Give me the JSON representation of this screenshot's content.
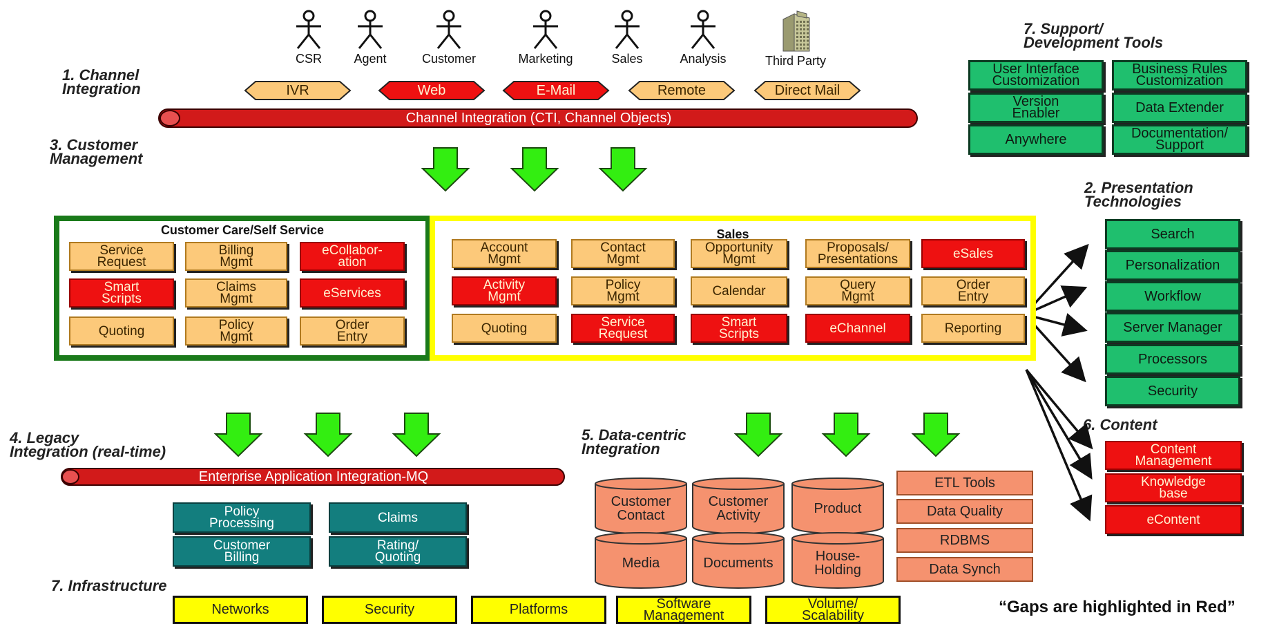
{
  "sections": {
    "channel": "1. Channel\nIntegration",
    "customer_mgmt": "3. Customer\nManagement",
    "legacy": "4. Legacy\nIntegration (real-time)",
    "datacentric": "5. Data-centric\nIntegration",
    "infrastructure": "7. Infrastructure",
    "support_tools": "7. Support/\nDevelopment Tools",
    "presentation": "2. Presentation\nTechnologies",
    "content": "6. Content"
  },
  "actors": [
    "CSR",
    "Agent",
    "Customer",
    "Marketing",
    "Sales",
    "Analysis",
    "Third Party"
  ],
  "channels": [
    {
      "label": "IVR",
      "status": "normal"
    },
    {
      "label": "Web",
      "status": "gap"
    },
    {
      "label": "E-Mail",
      "status": "gap"
    },
    {
      "label": "Remote",
      "status": "normal"
    },
    {
      "label": "Direct Mail",
      "status": "normal"
    }
  ],
  "channel_bus": "Channel Integration (CTI, Channel Objects)",
  "customer_care": {
    "title": "Customer Care/Self Service",
    "items": [
      {
        "label": "Service\nRequest",
        "status": "normal"
      },
      {
        "label": "Billing\nMgmt",
        "status": "normal"
      },
      {
        "label": "eCollabor-\nation",
        "status": "gap"
      },
      {
        "label": "Smart\nScripts",
        "status": "gap"
      },
      {
        "label": "Claims\nMgmt",
        "status": "normal"
      },
      {
        "label": "eServices",
        "status": "gap"
      },
      {
        "label": "Quoting",
        "status": "normal"
      },
      {
        "label": "Policy\nMgmt",
        "status": "normal"
      },
      {
        "label": "Order\nEntry",
        "status": "normal"
      }
    ]
  },
  "sales": {
    "title": "Sales",
    "items": [
      {
        "label": "Account\nMgmt",
        "status": "normal"
      },
      {
        "label": "Contact\nMgmt",
        "status": "normal"
      },
      {
        "label": "Opportunity\nMgmt",
        "status": "normal"
      },
      {
        "label": "Proposals/\nPresentations",
        "status": "normal"
      },
      {
        "label": "eSales",
        "status": "gap"
      },
      {
        "label": "Activity\nMgmt",
        "status": "gap"
      },
      {
        "label": "Policy\nMgmt",
        "status": "normal"
      },
      {
        "label": "Calendar",
        "status": "normal"
      },
      {
        "label": "Query\nMgmt",
        "status": "normal"
      },
      {
        "label": "Order\nEntry",
        "status": "normal"
      },
      {
        "label": "Quoting",
        "status": "normal"
      },
      {
        "label": "Service\nRequest",
        "status": "gap"
      },
      {
        "label": "Smart\nScripts",
        "status": "gap"
      },
      {
        "label": "eChannel",
        "status": "gap"
      },
      {
        "label": "Reporting",
        "status": "normal"
      }
    ]
  },
  "support_tools": [
    "User Interface\nCustomization",
    "Business Rules\nCustomization",
    "Version\nEnabler",
    "Data Extender",
    "Anywhere",
    "Documentation/\nSupport"
  ],
  "presentation": [
    "Search",
    "Personalization",
    "Workflow",
    "Server Manager",
    "Processors",
    "Security"
  ],
  "content": [
    {
      "label": "Content\nManagement",
      "status": "gap"
    },
    {
      "label": "Knowledge\nbase",
      "status": "gap"
    },
    {
      "label": "eContent",
      "status": "gap"
    }
  ],
  "eai_bus": "Enterprise Application Integration-MQ",
  "legacy_systems": [
    "Policy\nProcessing",
    "Claims",
    "Customer\nBilling",
    "Rating/\nQuoting"
  ],
  "data_stores": [
    "Customer\nContact",
    "Customer\nActivity",
    "Product",
    "Media",
    "Documents",
    "House-\nHolding"
  ],
  "data_tools": [
    "ETL Tools",
    "Data Quality",
    "RDBMS",
    "Data Synch"
  ],
  "infrastructure": [
    "Networks",
    "Security",
    "Platforms",
    "Software\nManagement",
    "Volume/\nScalability"
  ],
  "note": "“Gaps are highlighted in Red”",
  "colors": {
    "gap": "#ee1111",
    "normal": "#fcc97a",
    "tool": "#1fbf6e",
    "legacy": "#137e7e",
    "data": "#f5926f",
    "infra": "#ffff00",
    "arrow": "#33ee11",
    "care_border": "#1a7a1a",
    "sales_border": "#ffff00"
  }
}
